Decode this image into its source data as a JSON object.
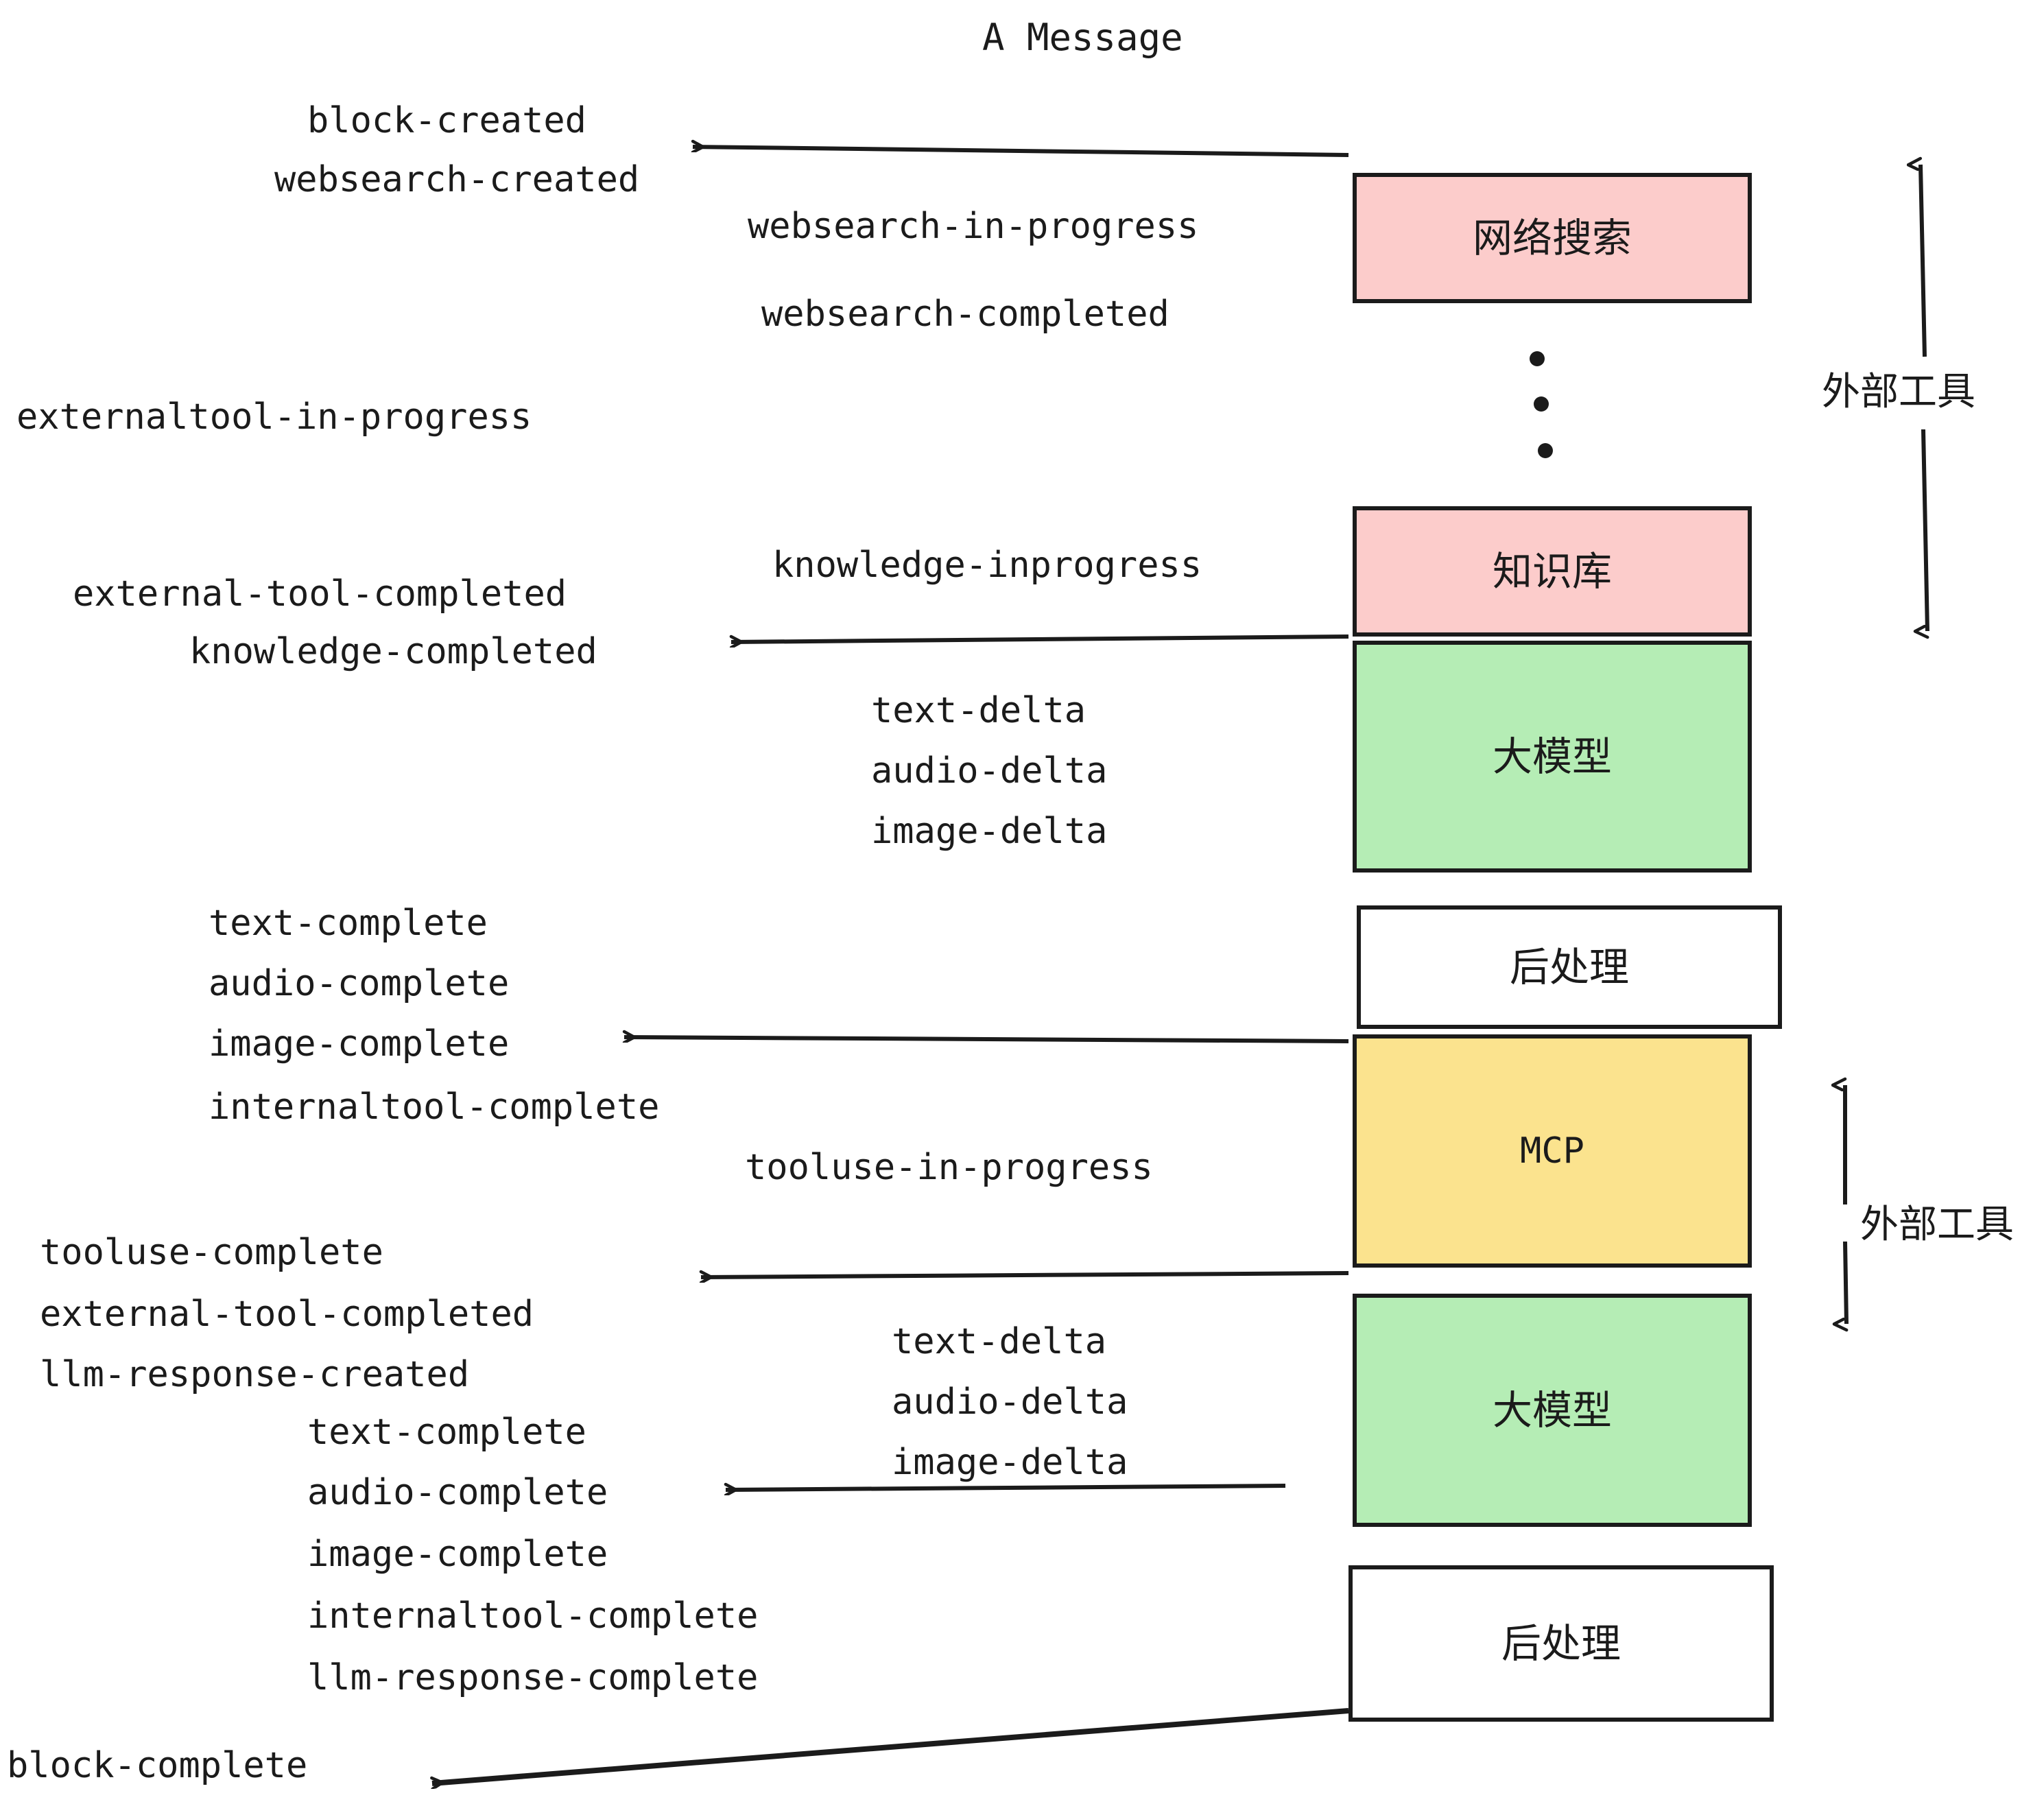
{
  "diagram": {
    "title": "A Message",
    "nodes": [
      {
        "id": "websearch",
        "label": "网络搜索",
        "color": "#fccccb",
        "kind": "pink",
        "script": "cjk"
      },
      {
        "id": "knowledge",
        "label": "知识库",
        "color": "#fccccb",
        "kind": "pink",
        "script": "cjk"
      },
      {
        "id": "llm1",
        "label": "大模型",
        "color": "#b5edb5",
        "kind": "green",
        "script": "cjk"
      },
      {
        "id": "postproc1",
        "label": "后处理",
        "color": "#ffffff",
        "kind": "white",
        "script": "cjk"
      },
      {
        "id": "mcp",
        "label": "MCP",
        "color": "#fbe38e",
        "kind": "yellow",
        "script": "mono"
      },
      {
        "id": "llm2",
        "label": "大模型",
        "color": "#b5edb5",
        "kind": "green",
        "script": "cjk"
      },
      {
        "id": "postproc2",
        "label": "后处理",
        "color": "#ffffff",
        "kind": "white",
        "script": "cjk"
      }
    ],
    "side_labels": [
      {
        "id": "external-tools-top",
        "label": "外部工具"
      },
      {
        "id": "external-tools-bottom",
        "label": "外部工具"
      }
    ],
    "events": [
      {
        "id": "block-created",
        "label": "block-created"
      },
      {
        "id": "websearch-created",
        "label": "websearch-created"
      },
      {
        "id": "websearch-in-progress",
        "label": "websearch-in-progress"
      },
      {
        "id": "websearch-completed",
        "label": "websearch-completed"
      },
      {
        "id": "externaltool-in-progress",
        "label": "externaltool-in-progress"
      },
      {
        "id": "knowledge-inprogress",
        "label": "knowledge-inprogress"
      },
      {
        "id": "external-tool-completed-1",
        "label": "external-tool-completed"
      },
      {
        "id": "knowledge-completed",
        "label": "knowledge-completed"
      },
      {
        "id": "text-delta-1",
        "label": "text-delta"
      },
      {
        "id": "audio-delta-1",
        "label": "audio-delta"
      },
      {
        "id": "image-delta-1",
        "label": "image-delta"
      },
      {
        "id": "text-complete-1",
        "label": "text-complete"
      },
      {
        "id": "audio-complete-1",
        "label": "audio-complete"
      },
      {
        "id": "image-complete-1",
        "label": "image-complete"
      },
      {
        "id": "internaltool-complete-1",
        "label": "internaltool-complete"
      },
      {
        "id": "tooluse-in-progress",
        "label": "tooluse-in-progress"
      },
      {
        "id": "tooluse-complete",
        "label": "tooluse-complete"
      },
      {
        "id": "external-tool-completed-2",
        "label": "external-tool-completed"
      },
      {
        "id": "llm-response-created",
        "label": "llm-response-created"
      },
      {
        "id": "text-delta-2",
        "label": "text-delta"
      },
      {
        "id": "audio-delta-2",
        "label": "audio-delta"
      },
      {
        "id": "image-delta-2",
        "label": "image-delta"
      },
      {
        "id": "text-complete-2",
        "label": "text-complete"
      },
      {
        "id": "audio-complete-2",
        "label": "audio-complete"
      },
      {
        "id": "image-complete-2",
        "label": "image-complete"
      },
      {
        "id": "internaltool-complete-2",
        "label": "internaltool-complete"
      },
      {
        "id": "llm-response-complete",
        "label": "llm-response-complete"
      },
      {
        "id": "block-complete",
        "label": "block-complete"
      }
    ],
    "ellipsis_dots": 3,
    "stroke_color": "#1b1b1b"
  }
}
